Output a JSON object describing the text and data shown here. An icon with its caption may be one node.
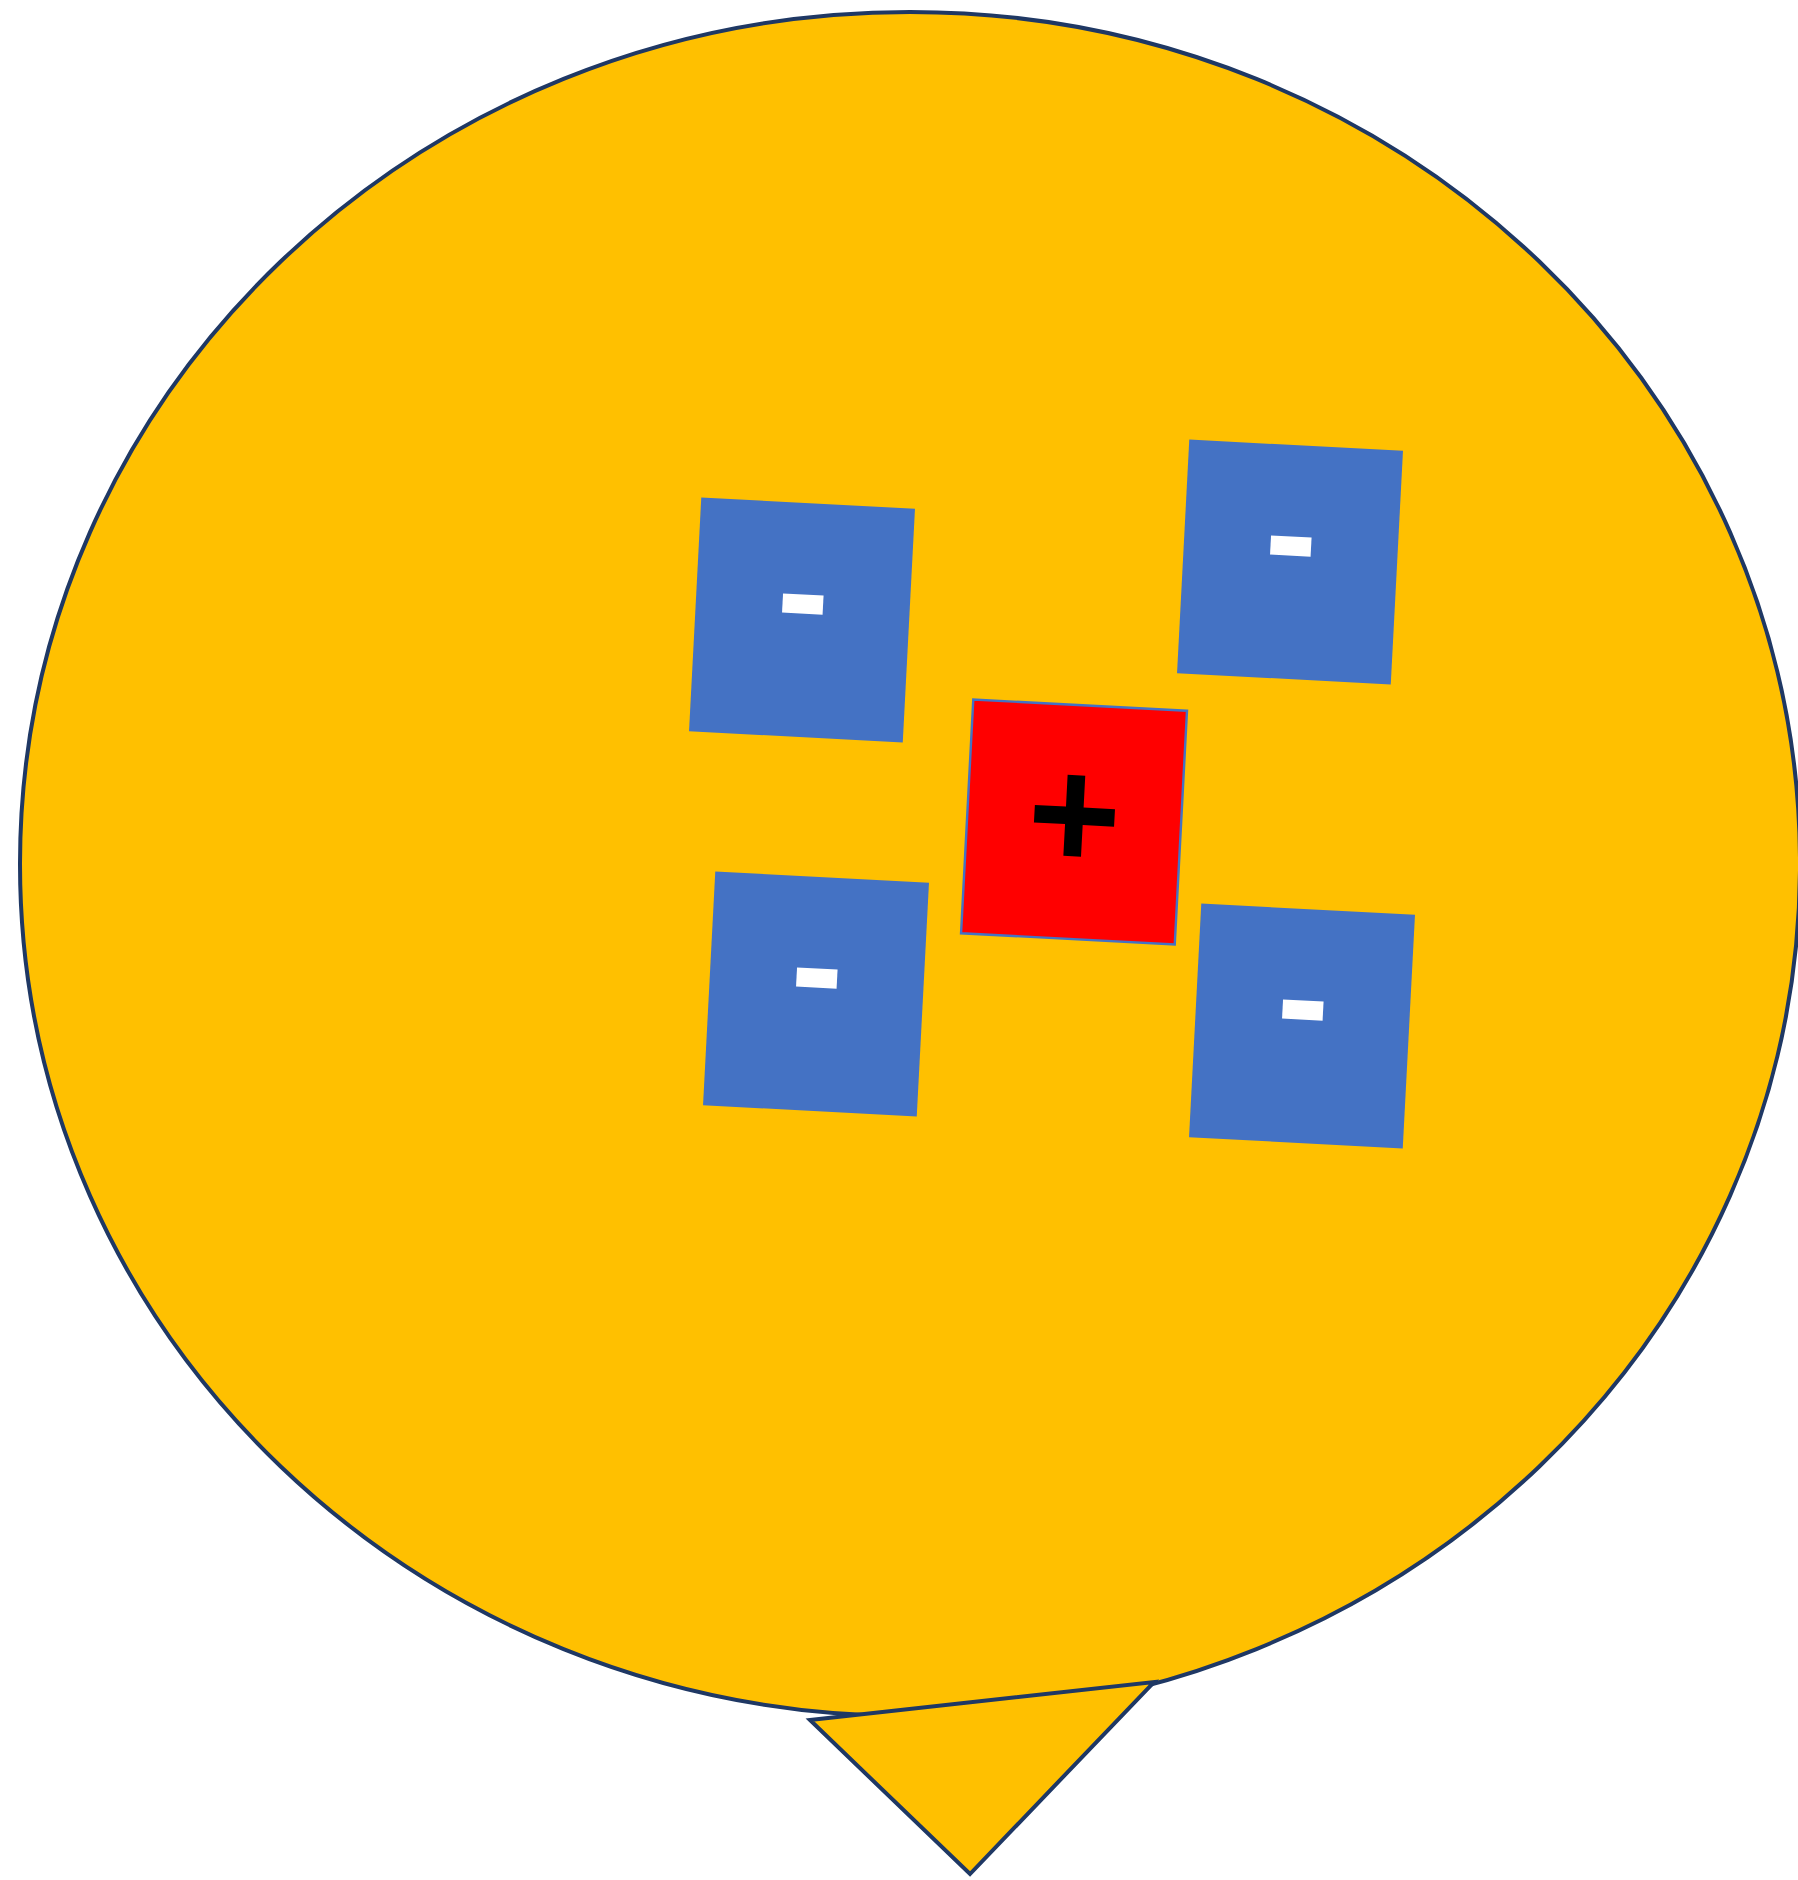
{
  "diagram": {
    "nodes": [
      {
        "text": [],
        "shape": "circle"
      },
      {
        "text": [
          "-"
        ],
        "in": 0
      },
      {
        "text": [
          "-"
        ],
        "in": 0
      },
      {
        "text": [
          "+"
        ],
        "in": 0
      },
      {
        "text": [
          "-"
        ],
        "in": 0
      },
      {
        "text": [
          "-"
        ],
        "in": 0
      }
    ]
  }
}
